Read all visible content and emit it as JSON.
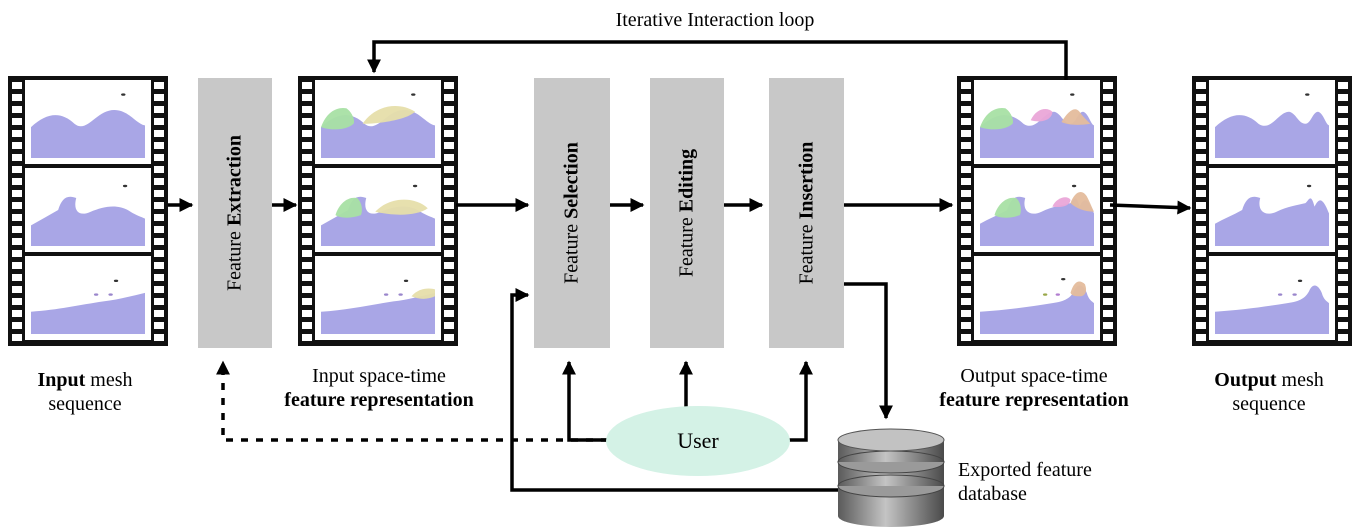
{
  "loop_label": "Iterative Interaction loop",
  "boxes": {
    "extraction": {
      "normal": "Feature",
      "bold": "Extraction"
    },
    "selection": {
      "normal": "Feature",
      "bold": "Selection"
    },
    "editing": {
      "normal": "Feature",
      "bold": "Editing"
    },
    "insertion": {
      "normal": "Feature",
      "bold": "Insertion"
    }
  },
  "captions": {
    "input_mesh": {
      "bold": "Input",
      "rest": "mesh",
      "line2": "sequence"
    },
    "input_feature": {
      "line1": "Input space-time",
      "line2": "feature representation"
    },
    "output_feature": {
      "line1": "Output space-time",
      "line2": "feature representation"
    },
    "output_mesh": {
      "bold": "Output",
      "rest": "mesh",
      "line2": "sequence"
    }
  },
  "user_label": "User",
  "database_label": {
    "line1": "Exported feature",
    "line2": "database"
  },
  "colors": {
    "mesh": "#a9a6e6",
    "feature_green": "#a8e0a4",
    "feature_yellow": "#e6deaa",
    "feature_pink": "#eaa6d8",
    "feature_tan": "#e4bc9c",
    "box_gray": "#c8c8c8",
    "user_fill": "#d4f2e6",
    "film_black": "#111111"
  }
}
